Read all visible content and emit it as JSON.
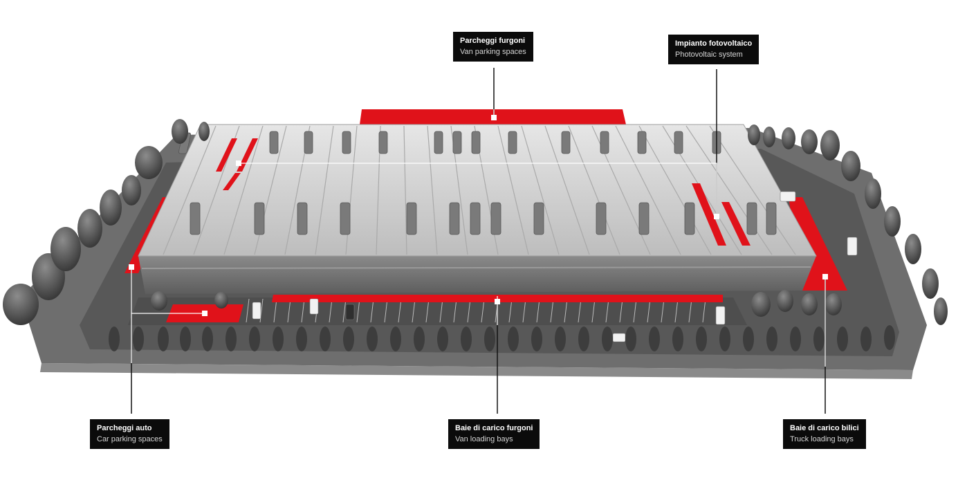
{
  "callouts": {
    "van_parking": {
      "title": "Parcheggi furgoni",
      "subtitle": "Van parking spaces"
    },
    "photovoltaic": {
      "title": "Impianto fotovoltaico",
      "subtitle": "Photovoltaic system"
    },
    "car_parking": {
      "title": "Parcheggi auto",
      "subtitle": "Car parking spaces"
    },
    "van_loading": {
      "title": "Baie di carico furgoni",
      "subtitle": "Van loading bays"
    },
    "truck_loading": {
      "title": "Baie di carico bilici",
      "subtitle": "Truck loading bays"
    }
  },
  "colors": {
    "highlight": "#e0121a",
    "label_background": "#0b0b0b",
    "roof": "#cfcfcf",
    "facade": "#6f6f6f",
    "ground": "#5b5b5b",
    "trees": "#3a3a3a"
  }
}
